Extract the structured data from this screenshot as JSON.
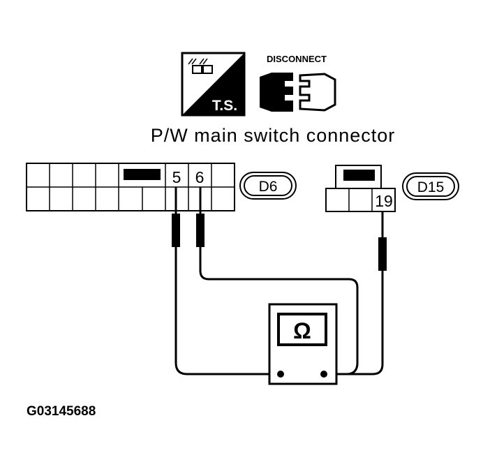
{
  "icons": {
    "ts_label": "T.S.",
    "disconnect_label": "DISCONNECT",
    "ts_icon": "test-switch-icon",
    "disconnect_icon": "connector-disconnect-icon"
  },
  "title": "P/W main switch connector",
  "connector_left": {
    "id": "D6",
    "terminals": [
      "5",
      "6"
    ]
  },
  "connector_right": {
    "id": "D15",
    "terminals": [
      "19"
    ]
  },
  "meter": {
    "symbol": "Ω",
    "icon": "ohmmeter-icon"
  },
  "figure_id": "G03145688"
}
